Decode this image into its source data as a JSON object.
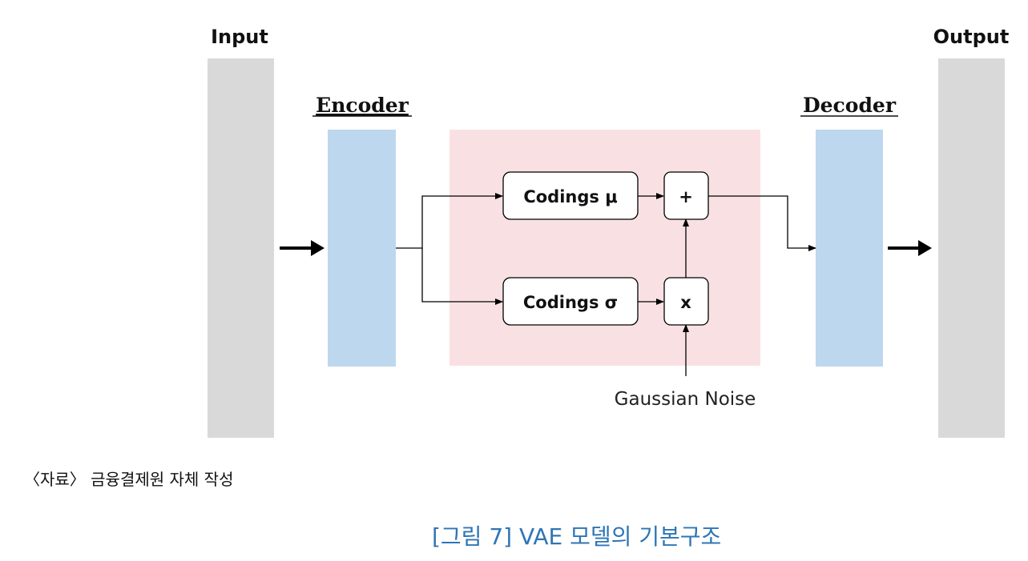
{
  "diagram": {
    "input_label": "Input",
    "output_label": "Output",
    "encoder_label": "Encoder",
    "decoder_label": "Decoder",
    "codings_mu_label": "Codings μ",
    "codings_sigma_label": "Codings σ",
    "plus_label": "+",
    "times_label": "x",
    "noise_label": "Gaussian Noise"
  },
  "captions": {
    "source": "〈자료〉 금융결제원 자체 작성",
    "figure": "[그림 7] VAE 모델의 기본구조"
  },
  "colors": {
    "io_bar": "#d9d9d9",
    "coder_bar": "#bdd7ee",
    "latent_bg": "#f9e1e3",
    "caption_accent": "#2e75b6"
  }
}
